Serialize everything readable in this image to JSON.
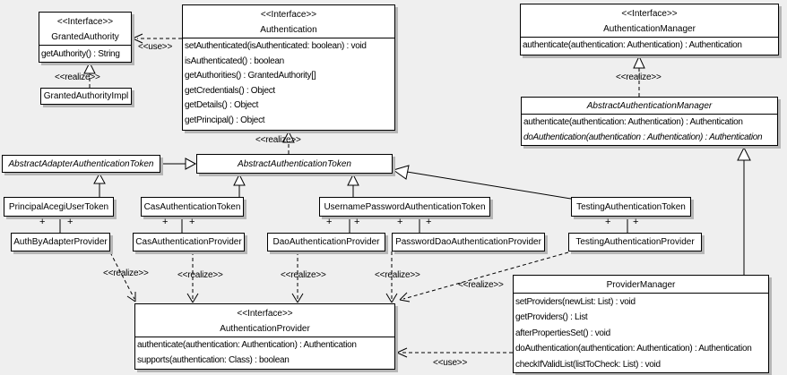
{
  "colors": {
    "background": "#efefef",
    "box_fill": "#ffffff",
    "border": "#000000",
    "shadow": "#b6b6b6",
    "line": "#000000"
  },
  "labels": {
    "use": "<<use>>",
    "realize": "<<realize>>",
    "plus": "+"
  },
  "classes": {
    "granted_authority": {
      "stereotype": "<<Interface>>",
      "name": "GrantedAuthority",
      "methods": [
        "getAuthority() : String"
      ]
    },
    "granted_authority_impl": {
      "name": "GrantedAuthorityImpl"
    },
    "authentication": {
      "stereotype": "<<Interface>>",
      "name": "Authentication",
      "methods": [
        "setAuthenticated(isAuthenticated: boolean) : void",
        "isAuthenticated() : boolean",
        "getAuthorities() : GrantedAuthority[]",
        "getCredentials() : Object",
        "getDetails() : Object",
        "getPrincipal() : Object"
      ]
    },
    "authentication_manager": {
      "stereotype": "<<Interface>>",
      "name": "AuthenticationManager",
      "methods": [
        "authenticate(authentication: Authentication) : Authentication"
      ]
    },
    "abstract_authentication_manager": {
      "name": "AbstractAuthenticationManager",
      "methods": [
        "authenticate(authentication: Authentication) : Authentication",
        "doAuthentication(authentication : Authentication) : Authentication"
      ]
    },
    "abstract_adapter_authentication_token": {
      "name": "AbstractAdapterAuthenticationToken"
    },
    "abstract_authentication_token": {
      "name": "AbstractAuthenticationToken"
    },
    "principal_acegi_user_token": {
      "name": "PrincipalAcegiUserToken"
    },
    "cas_authentication_token": {
      "name": "CasAuthenticationToken"
    },
    "username_password_authentication_token": {
      "name": "UsernamePasswordAuthenticationToken"
    },
    "testing_authentication_token": {
      "name": "TestingAuthenticationToken"
    },
    "auth_by_adapter_provider": {
      "name": "AuthByAdapterProvider"
    },
    "cas_authentication_provider": {
      "name": "CasAuthenticationProvider"
    },
    "dao_authentication_provider": {
      "name": "DaoAuthenticationProvider"
    },
    "password_dao_authentication_provider": {
      "name": "PasswordDaoAuthenticationProvider"
    },
    "testing_authentication_provider": {
      "name": "TestingAuthenticationProvider"
    },
    "authentication_provider": {
      "stereotype": "<<Interface>>",
      "name": "AuthenticationProvider",
      "methods": [
        "authenticate(authentication: Authentication) : Authentication",
        "supports(authentication: Class) : boolean"
      ]
    },
    "provider_manager": {
      "name": "ProviderManager",
      "methods": [
        "setProviders(newList: List) : void",
        "getProviders() : List",
        "afterPropertiesSet() : void",
        "doAuthentication(authentication: Authentication) : Authentication",
        "checkIfValidList(listToCheck: List) : void"
      ]
    }
  },
  "relationships": [
    {
      "type": "use",
      "from": "Authentication",
      "to": "GrantedAuthority",
      "label": "<<use>>"
    },
    {
      "type": "realize",
      "from": "GrantedAuthorityImpl",
      "to": "GrantedAuthority",
      "label": "<<realize>>"
    },
    {
      "type": "realize",
      "from": "AbstractAuthenticationToken",
      "to": "Authentication",
      "label": "<<realize>>"
    },
    {
      "type": "realize",
      "from": "AbstractAuthenticationManager",
      "to": "AuthenticationManager",
      "label": "<<realize>>"
    },
    {
      "type": "generalization",
      "from": "AbstractAdapterAuthenticationToken",
      "to": "AbstractAuthenticationToken"
    },
    {
      "type": "generalization",
      "from": "PrincipalAcegiUserToken",
      "to": "AbstractAdapterAuthenticationToken"
    },
    {
      "type": "generalization",
      "from": "CasAuthenticationToken",
      "to": "AbstractAuthenticationToken"
    },
    {
      "type": "generalization",
      "from": "UsernamePasswordAuthenticationToken",
      "to": "AbstractAuthenticationToken"
    },
    {
      "type": "generalization",
      "from": "TestingAuthenticationToken",
      "to": "AbstractAuthenticationToken"
    },
    {
      "type": "generalization",
      "from": "ProviderManager",
      "to": "AbstractAuthenticationManager"
    },
    {
      "type": "association",
      "from": "PrincipalAcegiUserToken",
      "to": "AuthByAdapterProvider",
      "end_labels": [
        "+",
        "+"
      ]
    },
    {
      "type": "association",
      "from": "CasAuthenticationToken",
      "to": "CasAuthenticationProvider",
      "end_labels": [
        "+",
        "+"
      ]
    },
    {
      "type": "association",
      "from": "UsernamePasswordAuthenticationToken",
      "to": "DaoAuthenticationProvider",
      "end_labels": [
        "+",
        "+"
      ]
    },
    {
      "type": "association",
      "from": "UsernamePasswordAuthenticationToken",
      "to": "PasswordDaoAuthenticationProvider",
      "end_labels": [
        "+",
        "+"
      ]
    },
    {
      "type": "association",
      "from": "TestingAuthenticationToken",
      "to": "TestingAuthenticationProvider",
      "end_labels": [
        "+",
        "+"
      ]
    },
    {
      "type": "realize",
      "from": "AuthByAdapterProvider",
      "to": "AuthenticationProvider",
      "label": "<<realize>>"
    },
    {
      "type": "realize",
      "from": "CasAuthenticationProvider",
      "to": "AuthenticationProvider",
      "label": "<<realize>>"
    },
    {
      "type": "realize",
      "from": "DaoAuthenticationProvider",
      "to": "AuthenticationProvider",
      "label": "<<realize>>"
    },
    {
      "type": "realize",
      "from": "PasswordDaoAuthenticationProvider",
      "to": "AuthenticationProvider",
      "label": "<<realize>>"
    },
    {
      "type": "realize",
      "from": "TestingAuthenticationProvider",
      "to": "AuthenticationProvider",
      "label": "<<realize>>"
    },
    {
      "type": "use",
      "from": "ProviderManager",
      "to": "AuthenticationProvider",
      "label": "<<use>>"
    }
  ]
}
